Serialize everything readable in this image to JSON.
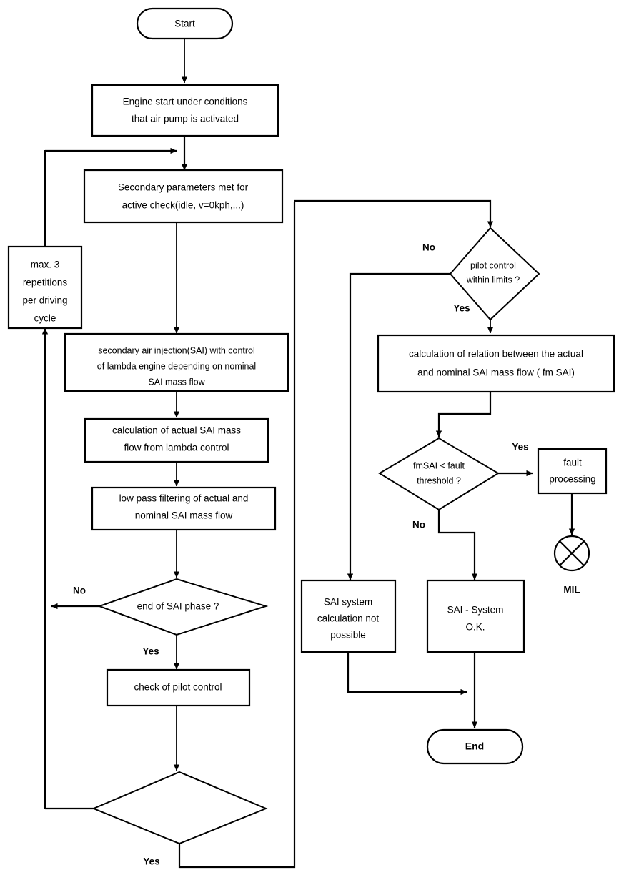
{
  "diagram": {
    "title": "Secondary Air Injection (SAI) diagnostic flowchart",
    "type": "flowchart",
    "background_color": "#ffffff",
    "line_color": "#000000"
  },
  "nodes": {
    "start": {
      "label": "Start",
      "shape": "terminator"
    },
    "engine_start": {
      "line1": "Engine start under conditions",
      "line2": "that air pump is activated",
      "shape": "process"
    },
    "secondary_params": {
      "line1": "Secondary parameters met for",
      "line2": "active check(idle, v=0kph,...)",
      "shape": "process"
    },
    "max_repetitions": {
      "line1": "max. 3",
      "line2": "repetitions",
      "line3": "per driving",
      "line4": "cycle",
      "shape": "process"
    },
    "sai_control": {
      "line1": "secondary air injection(SAI) with control",
      "line2": "of lambda engine depending on nominal",
      "line3": "SAI mass flow",
      "shape": "process"
    },
    "calc_actual": {
      "line1": "calculation of actual SAI mass",
      "line2": "flow from lambda control",
      "shape": "process"
    },
    "low_pass": {
      "line1": "low pass filtering of actual and",
      "line2": "nominal SAI mass flow",
      "shape": "process"
    },
    "end_of_sai": {
      "label": "end of SAI phase ?",
      "shape": "decision"
    },
    "check_pilot": {
      "label": "check of pilot control",
      "shape": "process"
    },
    "unlabeled_decision": {
      "label": "",
      "shape": "decision"
    },
    "pilot_within_limits": {
      "line1": "pilot control",
      "line2": "within limits ?",
      "shape": "decision"
    },
    "calc_relation": {
      "line1": "calculation of relation between the actual",
      "line2": "and nominal SAI mass flow ( fm SAI)",
      "shape": "process"
    },
    "fmsai_fault": {
      "line1": "fmSAI < fault",
      "line2": "threshold ?",
      "shape": "decision"
    },
    "fault_processing": {
      "line1": "fault",
      "line2": "processing",
      "shape": "process"
    },
    "mil": {
      "label": "MIL",
      "shape": "circle-cross"
    },
    "sai_not_possible": {
      "line1": "SAI system",
      "line2": "calculation not",
      "line3": "possible",
      "shape": "process"
    },
    "sai_ok": {
      "line1": "SAI - System",
      "line2": "O.K.",
      "shape": "process"
    },
    "end": {
      "label": "End",
      "shape": "terminator"
    }
  },
  "edge_labels": {
    "end_of_sai_no": "No",
    "end_of_sai_yes": "Yes",
    "unlabeled_decision_yes": "Yes",
    "pilot_within_limits_no": "No",
    "pilot_within_limits_yes": "Yes",
    "fmsai_yes": "Yes",
    "fmsai_no": "No"
  }
}
